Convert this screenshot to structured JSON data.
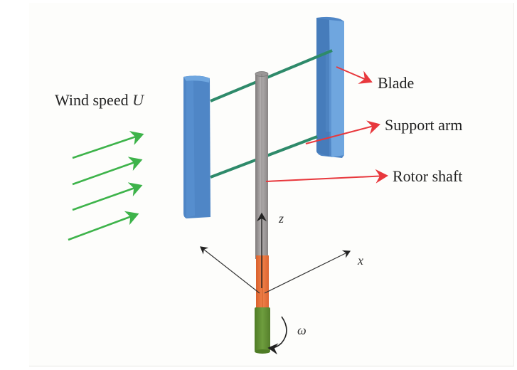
{
  "diagram": {
    "title": "Vertical-axis wind turbine schematic",
    "labels": {
      "wind_speed": "Wind speed",
      "wind_speed_symbol": "U",
      "blade": "Blade",
      "support_arm": "Support arm",
      "rotor_shaft": "Rotor shaft",
      "axis_z": "z",
      "axis_x": "x",
      "rotation": "ω"
    },
    "components": [
      "left-blade",
      "right-blade",
      "upper-support-arm",
      "lower-support-arm",
      "rotor-shaft",
      "orange-coupling",
      "green-base"
    ],
    "wind_arrow_count": 4,
    "colors": {
      "blade": "#4f86c6",
      "blade_light": "#6fa6df",
      "blade_dark": "#3f70ad",
      "support_arm": "#2e8a6a",
      "shaft": "#9a9696",
      "coupling": "#e8703a",
      "base": "#5f8f33",
      "wind_arrow": "#3db34a",
      "pointer_arrow": "#e8383d",
      "axis_arrow": "#222222"
    }
  }
}
